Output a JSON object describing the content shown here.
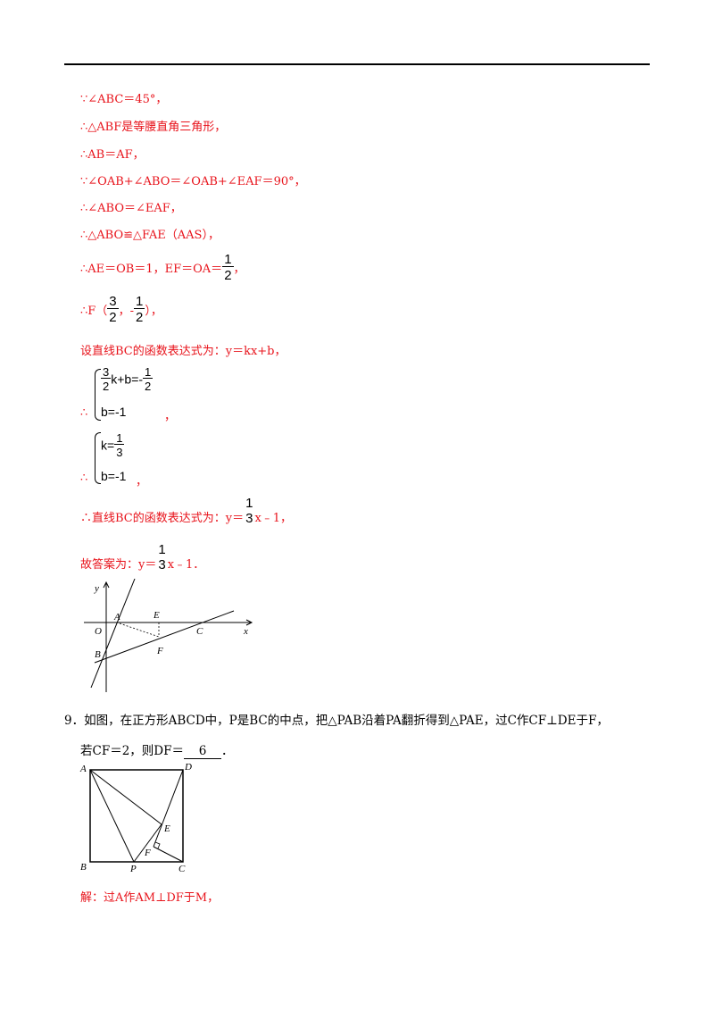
{
  "lines": {
    "l1": "∵∠ABC＝45°，",
    "l2": "∴△ABF是等腰直角三角形，",
    "l3": "∴AB＝AF，",
    "l4": "∵∠OAB+∠ABO＝∠OAB+∠EAF＝90°，",
    "l5": "∴∠ABO＝∠EAF，",
    "l6": "∴△ABO≌△FAE（AAS），",
    "l7_pre": "∴AE＝OB＝1，EF＝OA＝",
    "l7_post": "，",
    "l8_pre": "∴F（",
    "l8_mid": "，-",
    "l8_post": "），",
    "l9": "设直线BC的函数表达式为：y＝kx+b，",
    "l10_therefore": "∴",
    "l10_comma": "，",
    "l11_therefore": "∴",
    "l11_comma": "，",
    "l12_pre": "∴直线BC的函数表达式为：y＝",
    "l12_post": "x﹣1，",
    "l13_pre": "故答案为：y＝",
    "l13_post": "x﹣1．"
  },
  "fractions": {
    "half": {
      "num": "1",
      "den": "2"
    },
    "three_half": {
      "num": "3",
      "den": "2"
    },
    "third": {
      "num": "1",
      "den": "3"
    }
  },
  "system1": {
    "row1_k": "k+b=-",
    "row2": "b=-1"
  },
  "system2": {
    "row1": "k=",
    "row2": "b=-1"
  },
  "figure1": {
    "labels": {
      "y": "y",
      "x": "x",
      "O": "O",
      "A": "A",
      "E": "E",
      "C": "C",
      "B": "B",
      "F": "F"
    }
  },
  "question": {
    "line1": "9．如图，在正方形ABCD中，P是BC的中点，把△PAB沿着PA翻折得到△PAE，过C作CF⊥DE于F，",
    "line2_pre": "若CF＝2，则DF＝",
    "answer": "6",
    "line2_post": "．"
  },
  "figure2": {
    "labels": {
      "A": "A",
      "D": "D",
      "E": "E",
      "B": "B",
      "P": "P",
      "F": "F",
      "C": "C"
    }
  },
  "solution": {
    "line": "解：过A作AM⊥DF于M，"
  }
}
